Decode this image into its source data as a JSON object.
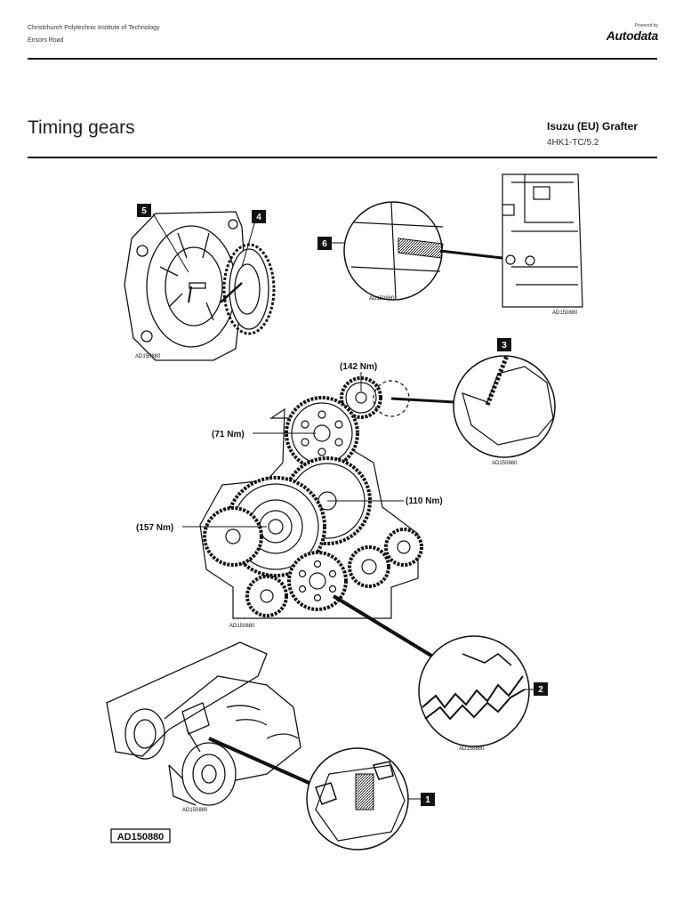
{
  "header": {
    "organization": "Christchurch Polytechnic Institute of Technology",
    "address": "Ensors Road",
    "powered_by": "Powered by",
    "brand": "Autodata"
  },
  "page": {
    "title": "Timing gears",
    "vehicle": "Isuzu (EU) Grafter",
    "engine_code": "4HK1-TC/5.2"
  },
  "figure": {
    "callouts": [
      "1",
      "2",
      "3",
      "4",
      "5",
      "6"
    ],
    "torques": {
      "idler_top": "(142 Nm)",
      "camshaft": "(71 Nm)",
      "idler_mid": "(110 Nm)",
      "crankshaft": "(157 Nm)"
    },
    "ref_small": "AD150880",
    "ref_main": "AD150880"
  }
}
